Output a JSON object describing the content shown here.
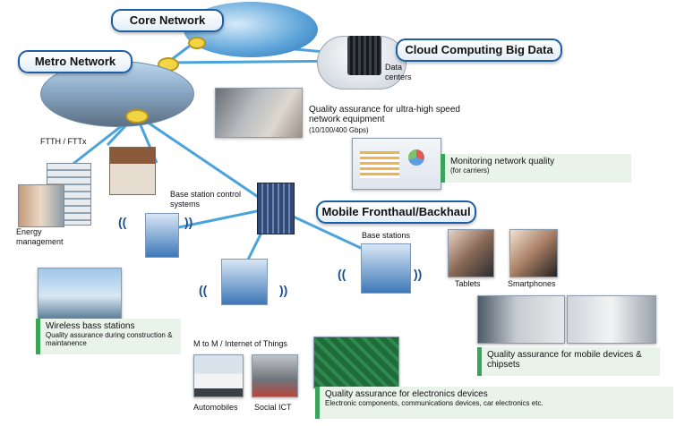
{
  "labels": {
    "core_network": "Core Network",
    "metro_network": "Metro Network",
    "cloud": "Cloud Computing Big Data",
    "data_centers": "Data centers",
    "ftth": "FTTH / FTTx",
    "energy": "Energy management",
    "bs_control": "Base station control systems",
    "mobile_fh": "Mobile Fronthaul/Backhaul",
    "base_stations": "Base stations",
    "tablets": "Tablets",
    "smartphones": "Smartphones",
    "m2m": "M to M / Internet of Things",
    "automobiles": "Automobiles",
    "social_ict": "Social ICT"
  },
  "callouts": {
    "qa_equipment_title": "Quality assurance for ultra-high speed network equipment",
    "qa_equipment_sub": "(10/100/400 Gbps)",
    "monitoring_title": "Monitoring network quality",
    "monitoring_sub": "(for carriers)",
    "wireless_title": "Wireless bass stations",
    "wireless_sub": "Quality assurance during construction & maintanence",
    "mobile_qa": "Quality assurance for mobile devices & chipsets",
    "electronics_title": "Quality assurance for electronics devices",
    "electronics_sub": "Electronic components, communications devices, car electronics etc."
  },
  "colors": {
    "accent_blue": "#1b5fa8",
    "accent_green": "#3aa55a",
    "link": "#4a9fd8"
  }
}
